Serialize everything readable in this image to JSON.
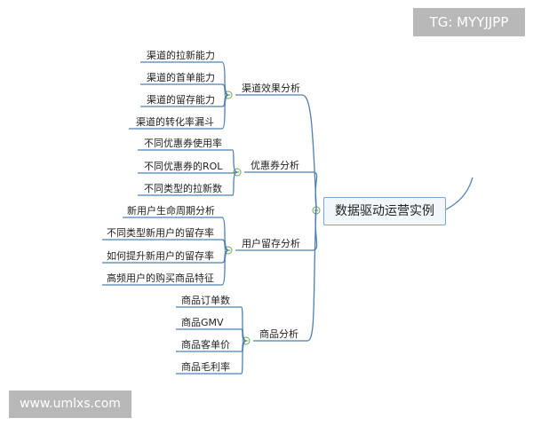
{
  "watermarks": {
    "top_right": "TG: MYYJJPP",
    "bottom_left": "www.umlxs.com"
  },
  "mindmap": {
    "root": "数据驱动运营实例",
    "branches": [
      {
        "label": "渠道效果分析",
        "leaves": [
          "渠道的拉新能力",
          "渠道的首单能力",
          "渠道的留存能力",
          "渠道的转化率漏斗"
        ]
      },
      {
        "label": "优惠券分析",
        "leaves": [
          "不同优惠券使用率",
          "不同优惠券的ROL",
          "不同类型的拉新数"
        ]
      },
      {
        "label": "用户留存分析",
        "leaves": [
          "新用户生命周期分析",
          "不同类型新用户的留存率",
          "如何提升新用户的留存率",
          "高频用户的购买商品特征"
        ]
      },
      {
        "label": "商品分析",
        "leaves": [
          "商品订单数",
          "商品GMV",
          "商品客单价",
          "商品毛利率"
        ]
      }
    ],
    "colors": {
      "line": "#4f7fb3",
      "collapse_icon": "#6aa84f",
      "root_border": "#7aa7d6"
    }
  }
}
